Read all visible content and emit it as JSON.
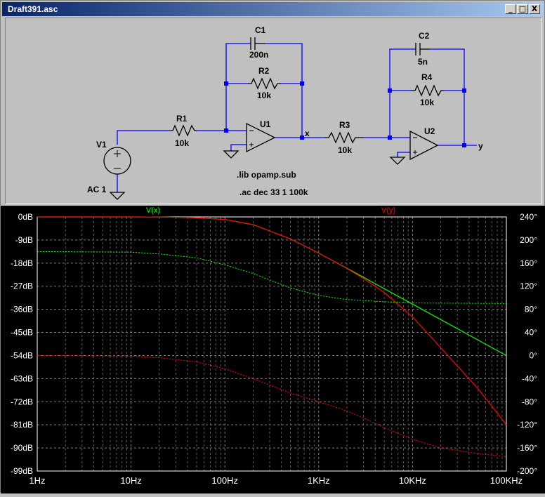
{
  "window": {
    "title": "Draft391.asc",
    "btn_min": "_",
    "btn_max": "□",
    "btn_close": "X"
  },
  "schematic": {
    "c1_name": "C1",
    "c1_value": "200n",
    "r2_name": "R2",
    "r2_value": "10k",
    "r1_name": "R1",
    "r1_value": "10k",
    "u1_name": "U1",
    "node_x": "x",
    "r3_name": "R3",
    "r3_value": "10k",
    "c2_name": "C2",
    "c2_value": "5n",
    "r4_name": "R4",
    "r4_value": "10k",
    "u2_name": "U2",
    "node_y": "y",
    "v1_name": "V1",
    "v1_value": "AC 1",
    "directive_lib": ".lib opamp.sub",
    "directive_ac": ".ac dec 33 1 100k",
    "colors": {
      "wire": "#0000ff",
      "component": "#000000",
      "text": "#000000"
    }
  },
  "chart_data": {
    "type": "line",
    "x_scale": "log",
    "xlim": [
      1,
      100000
    ],
    "x_ticks": [
      "1Hz",
      "10Hz",
      "100Hz",
      "1KHz",
      "10KHz",
      "100KHz"
    ],
    "ylim_left": [
      -99,
      0
    ],
    "y_ticks_left": [
      "0dB",
      "-9dB",
      "-18dB",
      "-27dB",
      "-36dB",
      "-45dB",
      "-54dB",
      "-63dB",
      "-72dB",
      "-81dB",
      "-90dB",
      "-99dB"
    ],
    "ylim_right": [
      -200,
      240
    ],
    "y_ticks_right": [
      "240°",
      "200°",
      "160°",
      "120°",
      "80°",
      "40°",
      "0°",
      "-40°",
      "-80°",
      "-120°",
      "-160°",
      "-200°"
    ],
    "grid": true,
    "series": [
      {
        "name": "V(x)",
        "color": "#00ff00",
        "magnitude": {
          "x": [
            1,
            10,
            20,
            50,
            80,
            100,
            200,
            500,
            1000,
            2000,
            5000,
            10000,
            20000,
            50000,
            100000
          ],
          "y": [
            0,
            -0.01,
            -0.05,
            -0.3,
            -0.8,
            -1.0,
            -3.0,
            -8.6,
            -14.1,
            -20.0,
            -28.0,
            -34.0,
            -40.0,
            -48.0,
            -54.0
          ]
        },
        "phase": {
          "x": [
            1,
            10,
            20,
            50,
            80,
            100,
            200,
            500,
            1000,
            2000,
            5000,
            10000,
            100000
          ],
          "y": [
            180,
            179,
            176,
            169,
            161,
            157,
            142,
            117,
            104,
            97,
            93,
            91,
            90
          ]
        }
      },
      {
        "name": "V(y)",
        "color": "#ff0000",
        "magnitude": {
          "x": [
            1,
            10,
            20,
            50,
            80,
            100,
            200,
            500,
            1000,
            2000,
            3000,
            5000,
            10000,
            20000,
            50000,
            100000
          ],
          "y": [
            0,
            -0.01,
            -0.05,
            -0.3,
            -0.8,
            -1.0,
            -3.0,
            -8.6,
            -14.1,
            -20.1,
            -24.0,
            -29.5,
            -39.0,
            -51.0,
            -67.0,
            -81.0
          ]
        },
        "phase": {
          "x": [
            1,
            10,
            20,
            50,
            80,
            100,
            200,
            500,
            1000,
            2000,
            3000,
            5000,
            10000,
            20000,
            50000,
            100000
          ],
          "y": [
            0,
            -1,
            -4,
            -11,
            -19,
            -23,
            -40,
            -65,
            -80,
            -96,
            -108,
            -125,
            -145,
            -160,
            -170,
            -175
          ]
        }
      }
    ]
  }
}
